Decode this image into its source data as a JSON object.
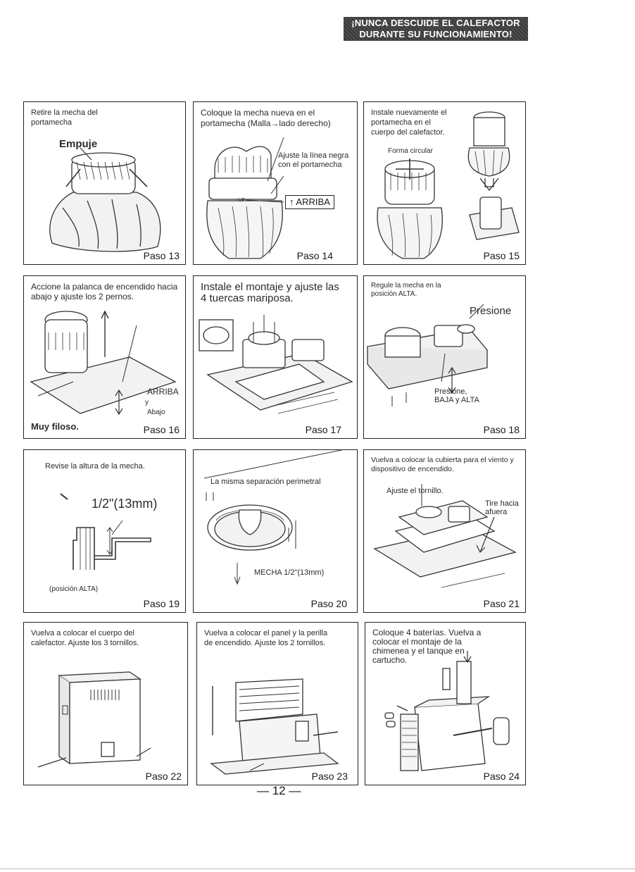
{
  "banner": {
    "line1": "¡NUNCA DESCUIDE EL CALEFACTOR",
    "line2": "DURANTE SU FUNCIONAMIENTO!"
  },
  "page_number": "— 12 —",
  "steps": [
    {
      "id": 13,
      "step_label": "Paso 13",
      "text": "Retire la mecha del portamecha",
      "labels": [
        "Empuje"
      ]
    },
    {
      "id": 14,
      "step_label": "Paso 14",
      "text": "Coloque la mecha nueva en el portamecha (Malla→lado derecho)",
      "labels": [
        "Ajuste la línea negra con el portamecha",
        "↑ ARRIBA",
        "↑UP"
      ]
    },
    {
      "id": 15,
      "step_label": "Paso 15",
      "text": "Instale nuevamente el portamecha en el cuerpo del calefactor.",
      "labels": [
        "Forma circular"
      ]
    },
    {
      "id": 16,
      "step_label": "Paso 16",
      "text": "Accione la palanca de encendido hacia abajo y ajuste los 2 pernos.",
      "labels": [
        "ARRIBA",
        "y",
        "Abajo",
        "Muy filoso."
      ]
    },
    {
      "id": 17,
      "step_label": "Paso 17",
      "text": "Instale el montaje y ajuste las 4 tuercas mariposa.",
      "labels": []
    },
    {
      "id": 18,
      "step_label": "Paso 18",
      "text": "Regule la mecha en la posición ALTA.",
      "labels": [
        "Presione",
        "Presione, BAJA y ALTA"
      ]
    },
    {
      "id": 19,
      "step_label": "Paso 19",
      "text": "Revise la altura de la mecha.",
      "labels": [
        "1/2\"(13mm)",
        "(posición ALTA)"
      ]
    },
    {
      "id": 20,
      "step_label": "Paso 20",
      "text": "La misma separación perimetral",
      "labels": [
        "MECHA 1/2\"(13mm)"
      ]
    },
    {
      "id": 21,
      "step_label": "Paso 21",
      "text": "Vuelva a colocar la cubierta para el viento y dispositivo de encendido.",
      "labels": [
        "Ajuste el tornillo.",
        "Tire hacia afuera"
      ]
    },
    {
      "id": 22,
      "step_label": "Paso 22",
      "text": "Vuelva a colocar el cuerpo del calefactor. Ajuste los 3 tornillos.",
      "labels": []
    },
    {
      "id": 23,
      "step_label": "Paso 23",
      "text": "Vuelva a colocar el panel y la perilla de encendido. Ajuste los 2 tornillos.",
      "labels": []
    },
    {
      "id": 24,
      "step_label": "Paso 24",
      "text": "Coloque 4 baterías. Vuelva a colocar el montaje de la chimenea y el tanque en cartucho.",
      "labels": []
    }
  ]
}
